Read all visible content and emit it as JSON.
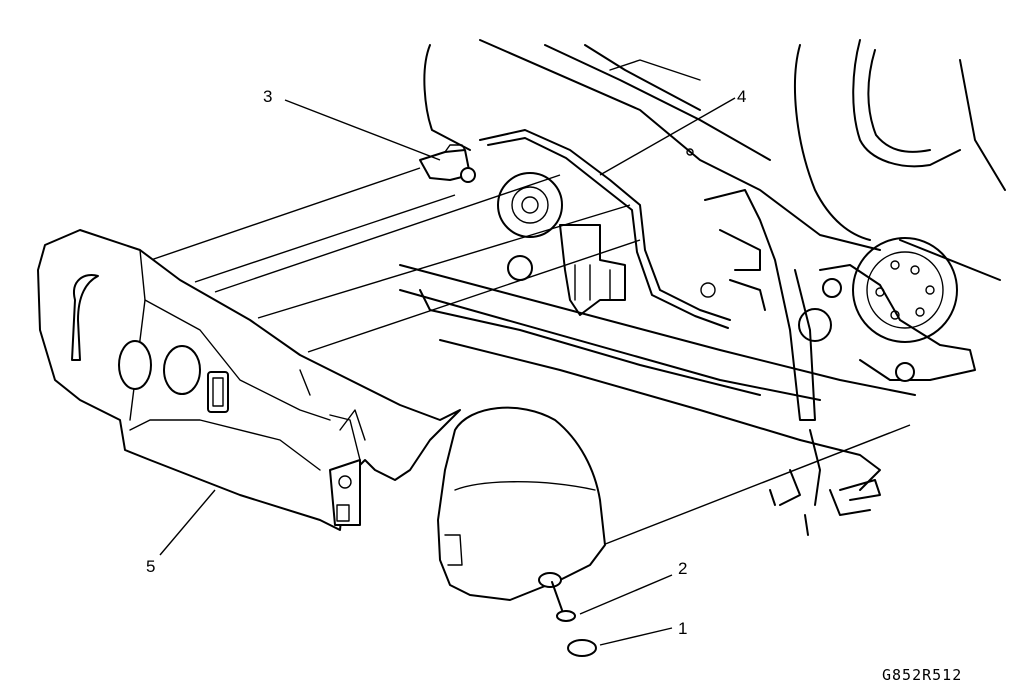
{
  "callouts": [
    {
      "id": "1",
      "label": "1"
    },
    {
      "id": "2",
      "label": "2"
    },
    {
      "id": "3",
      "label": "3"
    },
    {
      "id": "4",
      "label": "4"
    },
    {
      "id": "5",
      "label": "5"
    }
  ],
  "figure_id": "G852R512"
}
